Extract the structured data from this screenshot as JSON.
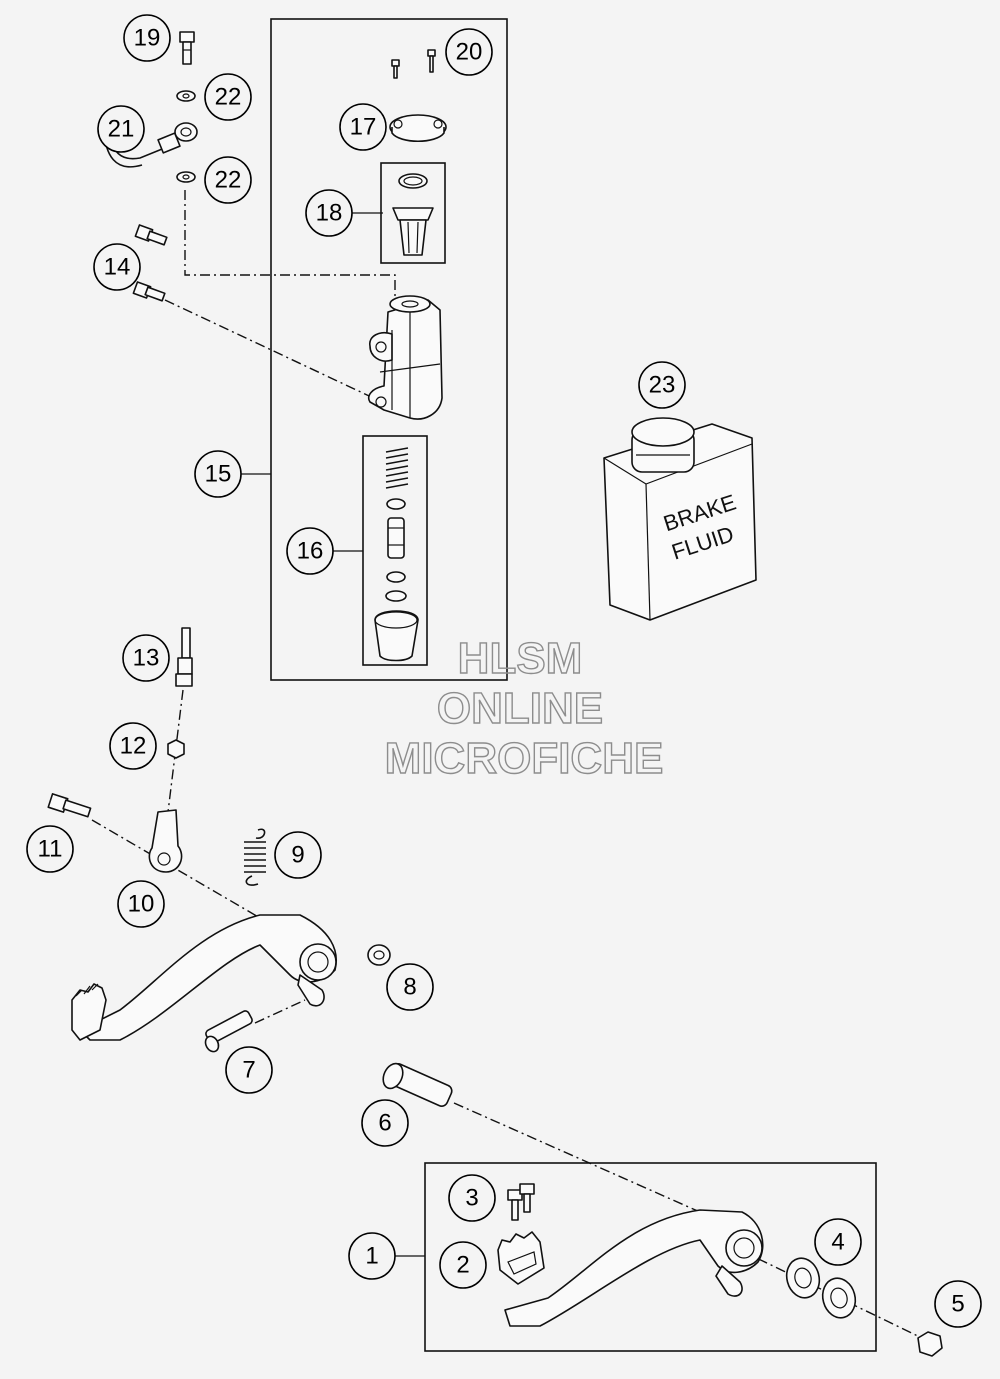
{
  "callouts": [
    "1",
    "2",
    "3",
    "4",
    "5",
    "6",
    "7",
    "8",
    "9",
    "10",
    "11",
    "12",
    "13",
    "14",
    "15",
    "16",
    "17",
    "18",
    "19",
    "20",
    "21",
    "22",
    "22",
    "23"
  ],
  "container_label": [
    "BRAKE",
    "FLUID"
  ],
  "watermark": [
    "HLSM",
    "ONLINE",
    "MICROFICHE"
  ],
  "colors": {
    "background": "#f4f4f4",
    "lines": "#111111",
    "watermark": "#8d8d8d"
  }
}
